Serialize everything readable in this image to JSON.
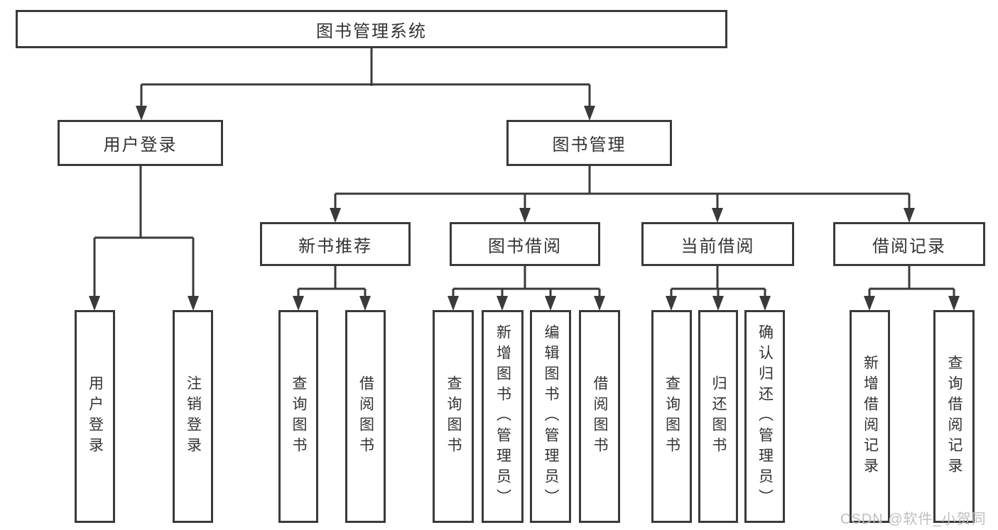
{
  "tree": {
    "root": {
      "label": "图书管理系统"
    },
    "branches": [
      {
        "label": "用户登录",
        "children": [
          {
            "label": "用户登录"
          },
          {
            "label": "注销登录"
          }
        ]
      },
      {
        "label": "图书管理",
        "children": [
          {
            "label": "新书推荐",
            "children": [
              {
                "label": "查询图书"
              },
              {
                "label": "借阅图书"
              }
            ]
          },
          {
            "label": "图书借阅",
            "children": [
              {
                "label": "查询图书"
              },
              {
                "label": "新增图书（管理员）"
              },
              {
                "label": "编辑图书（管理员）"
              },
              {
                "label": "借阅图书"
              }
            ]
          },
          {
            "label": "当前借阅",
            "children": [
              {
                "label": "查询图书"
              },
              {
                "label": "归还图书"
              },
              {
                "label": "确认归还（管理员）"
              }
            ]
          },
          {
            "label": "借阅记录",
            "children": [
              {
                "label": "新增借阅记录"
              },
              {
                "label": "查询借阅记录"
              }
            ]
          }
        ]
      }
    ]
  },
  "watermark": "CSDN @软件_小贺同学",
  "colors": {
    "line": "#3a3a3a",
    "text": "#333333",
    "background": "#ffffff",
    "watermark": "#bfbfbf"
  }
}
